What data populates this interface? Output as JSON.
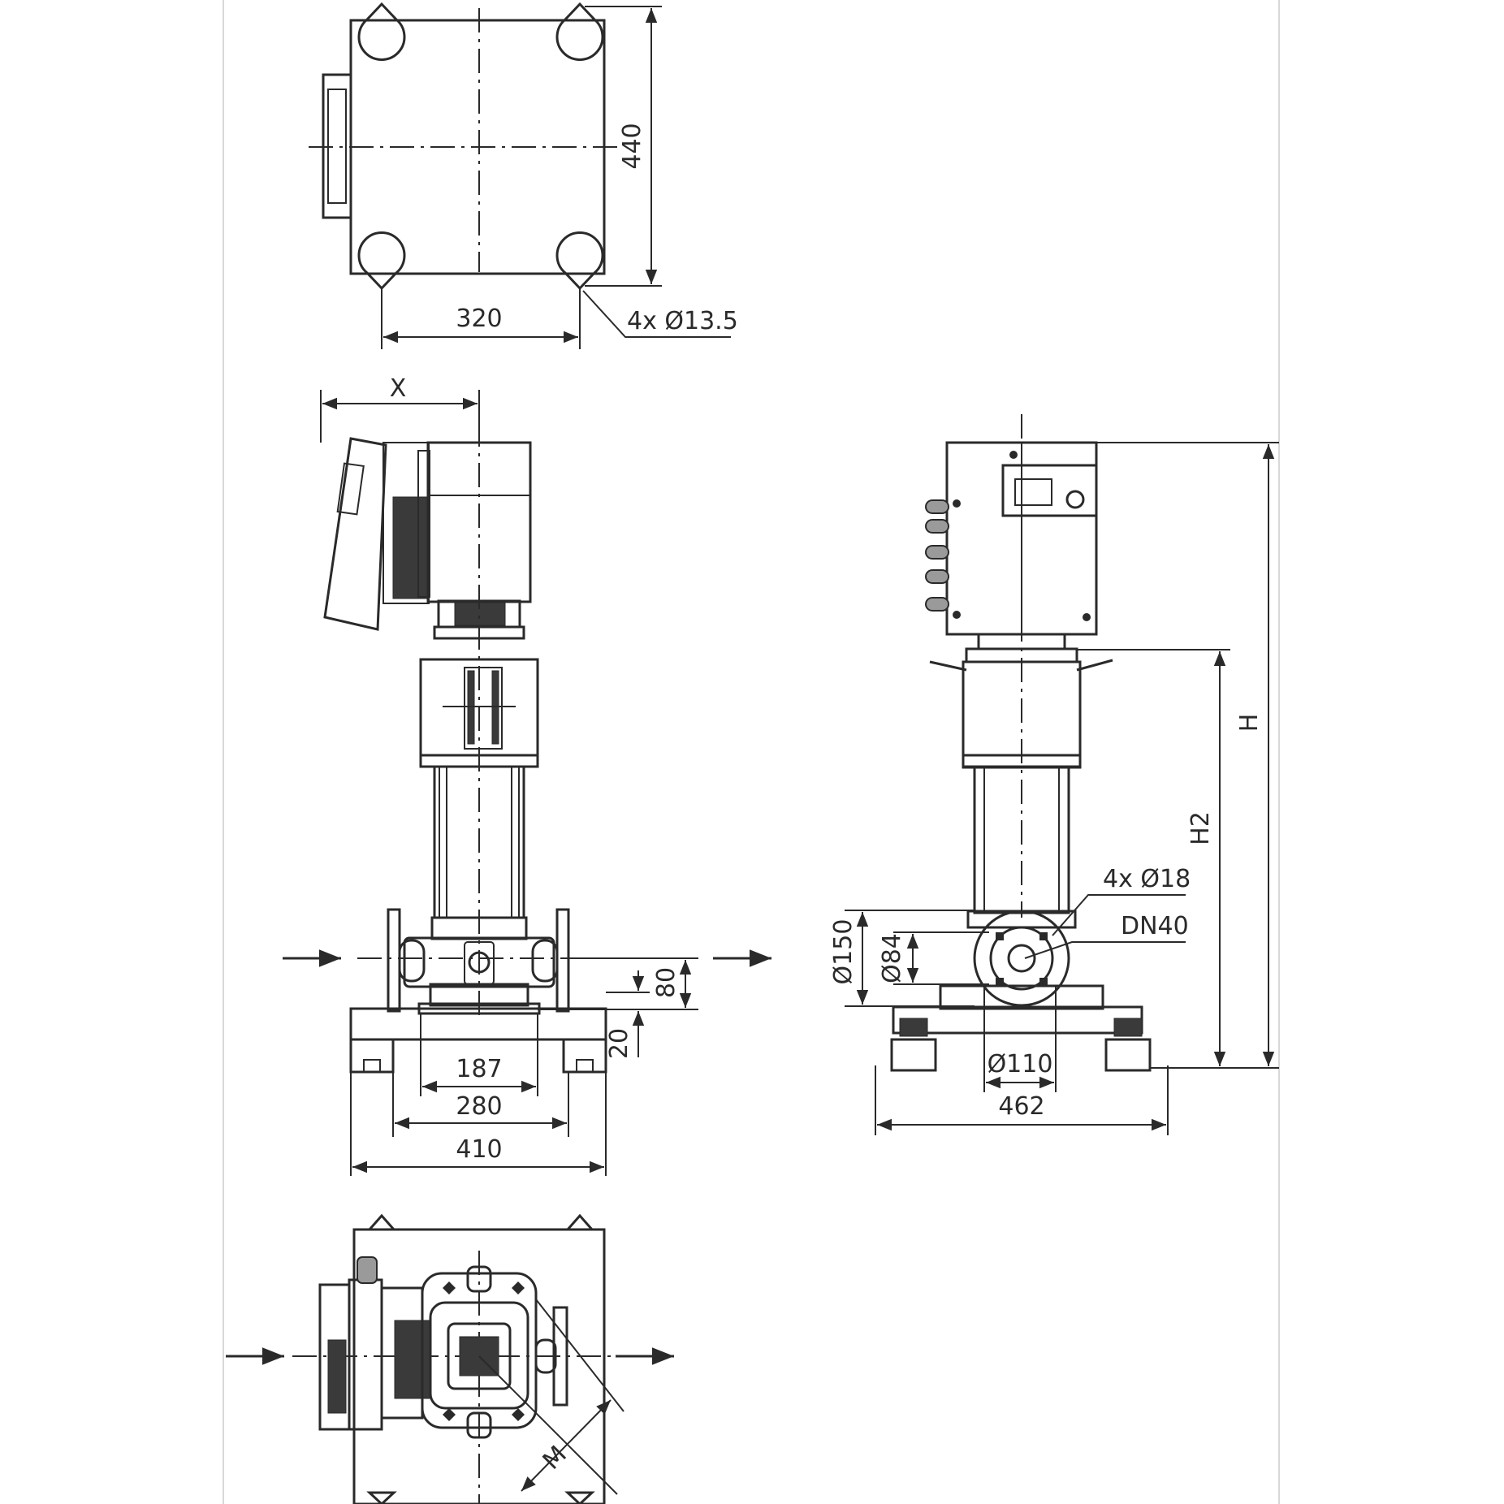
{
  "dimensions": {
    "top_width": "320",
    "top_depth": "440",
    "top_holes": "4x Ø13.5",
    "x": "X",
    "h_80": "80",
    "h_20": "20",
    "w_187": "187",
    "w_280": "280",
    "w_410": "410",
    "side_holes": "4x Ø18",
    "flange": "DN40",
    "d150": "Ø150",
    "d84": "Ø84",
    "d110": "Ø110",
    "w_462": "462",
    "h": "H",
    "h2": "H2",
    "m": "M"
  },
  "colors": {
    "line": "#2a2a2a",
    "fill": "#9a9a9a",
    "background": "#ffffff"
  }
}
